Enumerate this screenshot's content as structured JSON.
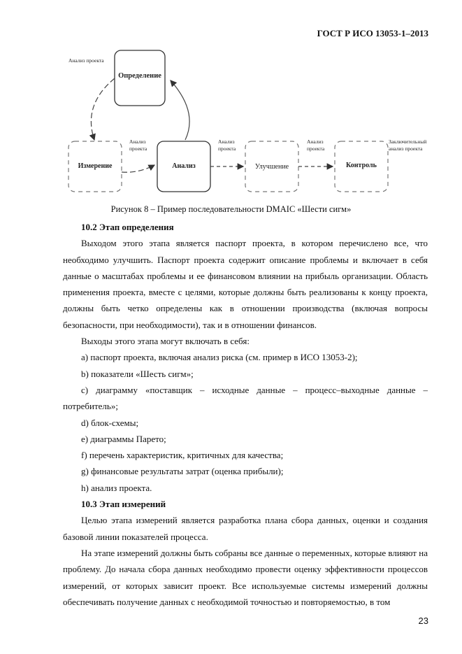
{
  "header": "ГОСТ Р ИСО 13053-1–2013",
  "diagram": {
    "boxes": [
      "Определение",
      "Измерение",
      "Анализ",
      "Улучшение",
      "Контроль"
    ],
    "notes": {
      "definition_project": "Анализ проекта",
      "analysis_in_l1": "Анализ",
      "analysis_in_l2": "проекта",
      "improve_in_l1": "Анализ",
      "improve_in_l2": "проекта",
      "control_in_l1": "Анализ",
      "control_in_l2": "проекта",
      "final_l1": "Заключительный",
      "final_l2": "анализ проекта"
    }
  },
  "caption": "Рисунок 8 – Пример последовательности DMAIC «Шести сигм»",
  "s102": {
    "heading": "10.2 Этап определения",
    "p1": "Выходом этого этапа является паспорт проекта, в котором перечислено все, что необходимо улучшить. Паспорт проекта содержит описание проблемы и включает в себя данные о масштабах проблемы и ее финансовом влиянии на прибыль организации. Область применения проекта, вместе с целями, которые должны быть реализованы к концу проекта, должны быть четко определены как в отношении производства (включая вопросы безопасности, при необходимости), так и в отношении финансов.",
    "p2": "Выходы этого этапа могут включать в себя:",
    "items": [
      "a) паспорт проекта, включая анализ риска (см. пример в ИСО 13053-2);",
      "b) показатели «Шесть сигм»;",
      "c) диаграмму «поставщик – исходные данные – процесс–выходные данные –потребитель»;",
      "d) блок-схемы;",
      "e) диаграммы Парето;",
      "f) перечень характеристик, критичных для качества;",
      "g) финансовые результаты затрат (оценка прибыли);",
      "h) анализ проекта."
    ]
  },
  "s103": {
    "heading": "10.3 Этап измерений",
    "p1": "Целью этапа измерений является разработка плана сбора данных, оценки и создания базовой линии показателей процесса.",
    "p2": "На этапе измерений должны быть собраны все данные о переменных, которые влияют на проблему. До начала сбора данных необходимо провести оценку эффективности процессов измерений, от которых зависит проект. Все используемые системы измерений должны обеспечивать получение данных с необходимой точностью и повторяемостью, в том"
  },
  "page_number": "23"
}
